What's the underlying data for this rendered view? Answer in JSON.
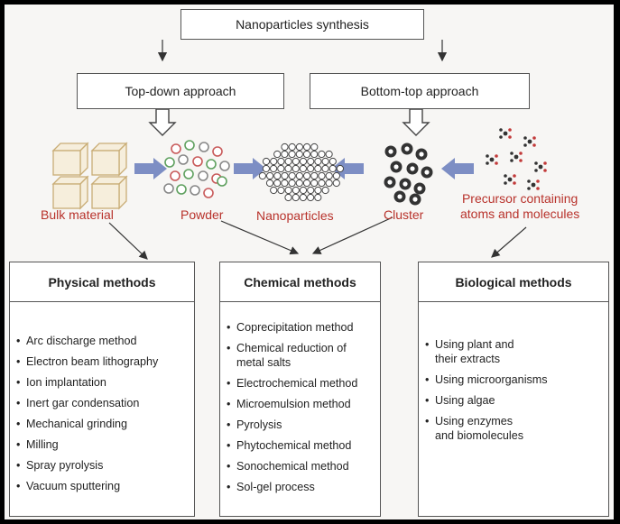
{
  "top": {
    "title": "Nanoparticles synthesis"
  },
  "approaches": {
    "top_down": "Top-down approach",
    "bottom_top": "Bottom-top approach"
  },
  "items": {
    "bulk": "Bulk material",
    "powder": "Powder",
    "nano": "Nanoparticles",
    "cluster": "Cluster",
    "precursor_line1": "Precursor containing",
    "precursor_line2": "atoms and molecules"
  },
  "physical": {
    "title": "Physical methods",
    "items": [
      "Arc discharge method",
      "Electron beam lithography",
      "Ion implantation",
      "Inert gar condensation",
      "Mechanical grinding",
      "Milling",
      "Spray pyrolysis",
      "Vacuum sputtering"
    ]
  },
  "chemical": {
    "title": "Chemical methods",
    "items": [
      "Coprecipitation method",
      "Chemical reduction of metal salts",
      "Electrochemical method",
      "Microemulsion method",
      "Pyrolysis",
      "Phytochemical method",
      "Sonochemical method",
      "Sol-gel process"
    ]
  },
  "biological": {
    "title": "Biological methods",
    "items": [
      "Using plant and their extracts",
      "Using microorganisms",
      "Using algae",
      "Using enzymes and biomolecules"
    ]
  },
  "colors": {
    "label_red": "#b8322b",
    "arrow_blue": "#7d8ec4",
    "cube_tan": "#d8c39a"
  }
}
